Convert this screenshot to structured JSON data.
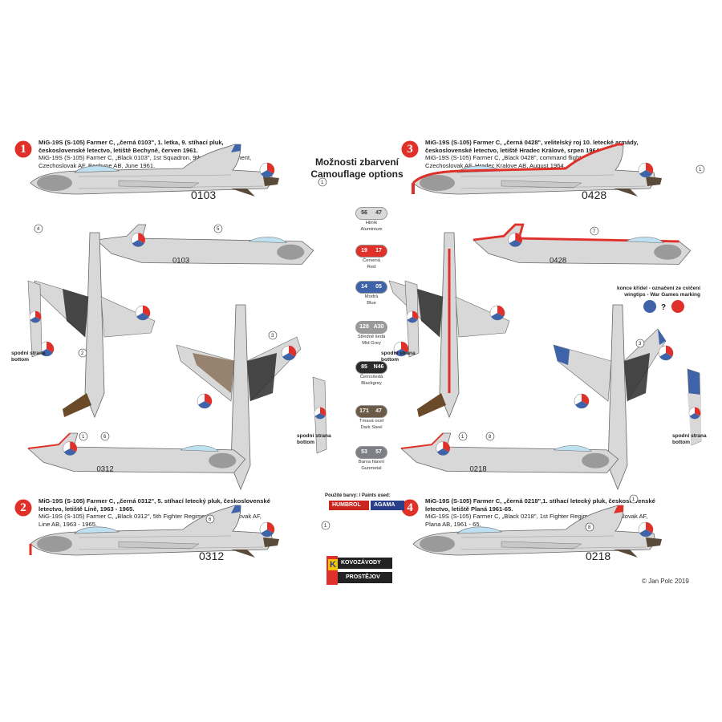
{
  "center": {
    "title_cz": "Možnosti zbarvení",
    "title_en": "Camouflage options"
  },
  "schemes": [
    {
      "number": "1",
      "cz": "MiG-19S (S-105) Farmer C, „černá 0103\", 1. letka, 9. stíhací pluk, československé letectvo, letiště Bechyně, červen 1961.",
      "en": "MiG-19S (S-105) Farmer C, „Black 0103\", 1st Squadron, 9th Fighter Regiment, Czechoslovak AF, Bechyne AB, June 1961.",
      "code": "0103"
    },
    {
      "number": "2",
      "cz": "MiG-19S (S-105) Farmer C, „černá 0312\", 5. stíhací letecký pluk, československé letectvo, letiště Líně, 1963 - 1965.",
      "en": "MiG-19S (S-105) Farmer C, „Black 0312\", 5th Fighter Regiment, Czechoslovak AF, Line AB, 1963 - 1965.",
      "code": "0312"
    },
    {
      "number": "3",
      "cz": "MiG-19S (S-105) Farmer C, „černá 0428\", velitelský roj 10. letecké armády, československé letectvo, letiště Hradec Králové, srpen 1964.",
      "en": "MiG-19S (S-105) Farmer C, „Black 0428\", command flight, 10th Air Army, Czechoslovak AF, Hradec Kralove AB, August 1964.",
      "code": "0428"
    },
    {
      "number": "4",
      "cz": "MiG-19S (S-105) Farmer C, „černá 0218\",1. stíhací letecký pluk, československé letectvo, letiště Planá 1961-65.",
      "en": "MiG-19S (S-105) Farmer C, „Black 0218\", 1st Fighter Regiment, Czechoslovak AF, Plana AB, 1961 - 65.",
      "code": "0218"
    }
  ],
  "swatches": [
    {
      "a": "56",
      "b": "47",
      "name_cz": "Hliník",
      "name_en": "Aluminium",
      "color": "#d9d9d9",
      "text_color": "#333333"
    },
    {
      "a": "19",
      "b": "17",
      "name_cz": "Červená",
      "name_en": "Red",
      "color": "#e0302a",
      "text_color": "#ffffff"
    },
    {
      "a": "14",
      "b": "05",
      "name_cz": "Modrá",
      "name_en": "Blue",
      "color": "#3f63a8",
      "text_color": "#ffffff"
    },
    {
      "a": "128",
      "b": "A30",
      "name_cz": "Středně šedá",
      "name_en": "Mid Grey",
      "color": "#9a9a9a",
      "text_color": "#ffffff"
    },
    {
      "a": "85",
      "b": "N46",
      "name_cz": "Černošedá",
      "name_en": "Blackgrey",
      "color": "#2b2b2b",
      "text_color": "#ffffff"
    },
    {
      "a": "171",
      "b": "47",
      "name_cz": "Tmavá ocel",
      "name_en": "Dark Steel",
      "color": "#6b5a45",
      "text_color": "#ffffff"
    },
    {
      "a": "53",
      "b": "57",
      "name_cz": "Barva hlavní",
      "name_en": "Gunmetal",
      "color": "#7c7f84",
      "text_color": "#ffffff"
    }
  ],
  "labels": {
    "underside_cz": "spodní strana",
    "underside_en": "bottom",
    "wingtips_cz": "konce křídel - označení ze cvičení",
    "wingtips_en": "wingtips - War Games marking",
    "question": "?",
    "paints_used": "Použité barvy: / Paints used:",
    "humbrol": "HUMBROL",
    "agama": "AGAMA",
    "kovozavody": "KOVOZÁVODY",
    "prostejov": "PROSTĚJOV",
    "credit": "© Jan Polc 2019"
  },
  "callouts": [
    "1",
    "2",
    "3",
    "4",
    "5",
    "6",
    "7",
    "8"
  ],
  "colors": {
    "silver": "#d6d6d6",
    "red": "#e0302a",
    "blue": "#3f63a8",
    "dark": "#2b2b2b",
    "brown": "#6b4a2a"
  }
}
